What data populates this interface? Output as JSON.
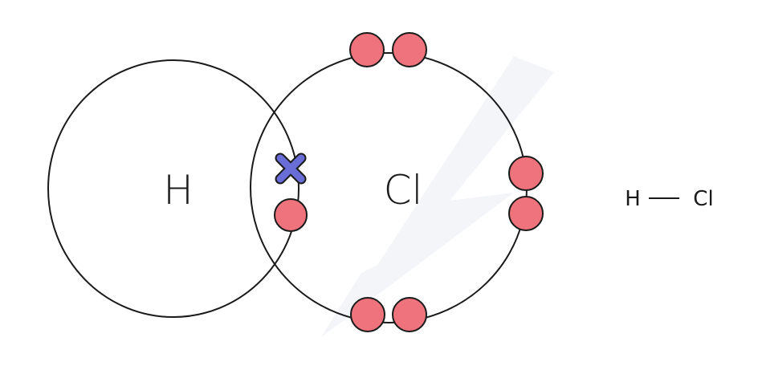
{
  "diagram": {
    "atoms": [
      {
        "symbol": "H"
      },
      {
        "symbol": "Cl"
      }
    ],
    "shared_pair": {
      "from_h": "cross",
      "from_cl": "dot"
    },
    "cl_lone_pairs": 3,
    "formula": {
      "left": "H",
      "right": "Cl",
      "bond": "—"
    },
    "colors": {
      "dot": "#EE737D",
      "cross": "#6A6CD8",
      "outline": "#1a1a1a",
      "watermark": "#F2F4F8"
    }
  }
}
